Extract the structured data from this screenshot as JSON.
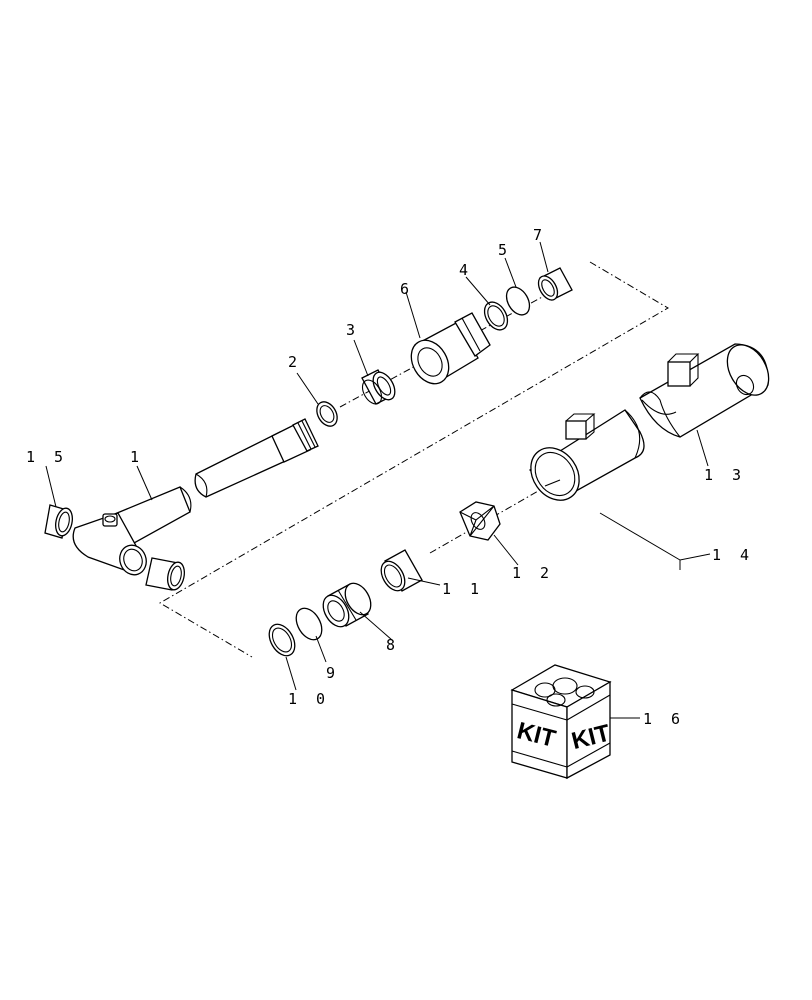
{
  "callouts": [
    {
      "id": "1",
      "text": "1"
    },
    {
      "id": "2",
      "text": "2"
    },
    {
      "id": "3",
      "text": "3"
    },
    {
      "id": "4",
      "text": "4"
    },
    {
      "id": "5",
      "text": "5"
    },
    {
      "id": "6",
      "text": "6"
    },
    {
      "id": "7",
      "text": "7"
    },
    {
      "id": "8",
      "text": "8"
    },
    {
      "id": "9",
      "text": "9"
    },
    {
      "id": "10",
      "text": "1 0"
    },
    {
      "id": "11",
      "text": "1 1"
    },
    {
      "id": "12",
      "text": "1 2"
    },
    {
      "id": "13",
      "text": "1 3"
    },
    {
      "id": "14",
      "text": "1 4"
    },
    {
      "id": "15",
      "text": "1 5"
    },
    {
      "id": "16",
      "text": "1 6"
    }
  ],
  "kit_box": {
    "left_label": "KIT",
    "right_label": "KIT"
  }
}
